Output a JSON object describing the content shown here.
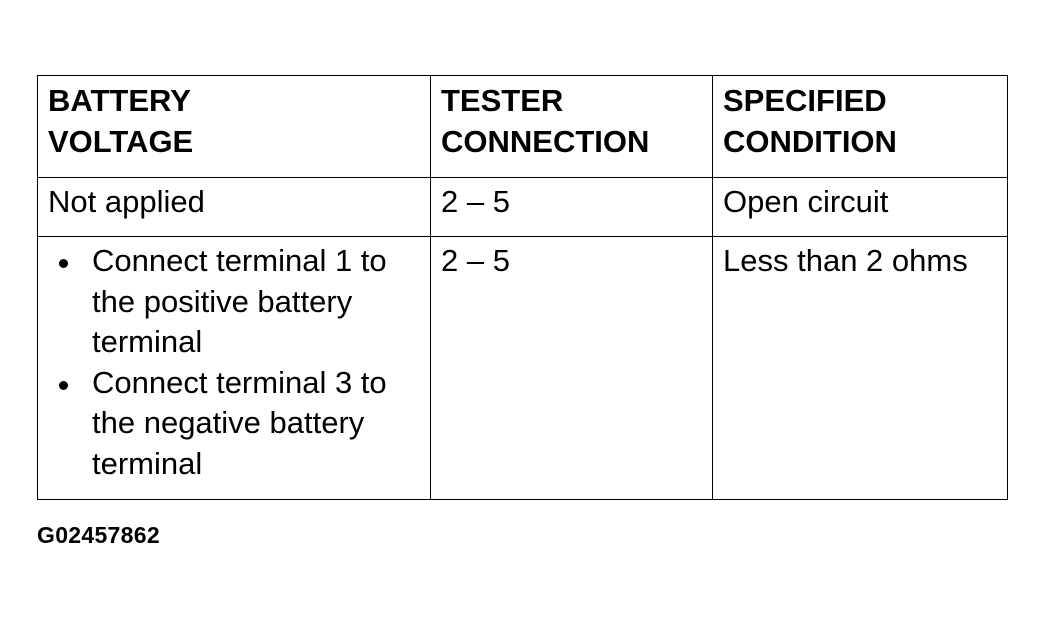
{
  "table": {
    "headers": [
      [
        "BATTERY",
        "VOLTAGE"
      ],
      [
        "TESTER",
        "CONNECTION"
      ],
      [
        "SPECIFIED",
        "CONDITION"
      ]
    ],
    "rows": [
      {
        "battery_voltage": "Not applied",
        "tester_connection": "2 – 5",
        "specified_condition": "Open circuit"
      },
      {
        "battery_voltage_steps": [
          "Connect terminal 1 to the positive battery terminal",
          "Connect terminal 3 to the negative battery terminal"
        ],
        "tester_connection": "2 – 5",
        "specified_condition": "Less than 2 ohms"
      }
    ]
  },
  "figure_id": "G02457862"
}
